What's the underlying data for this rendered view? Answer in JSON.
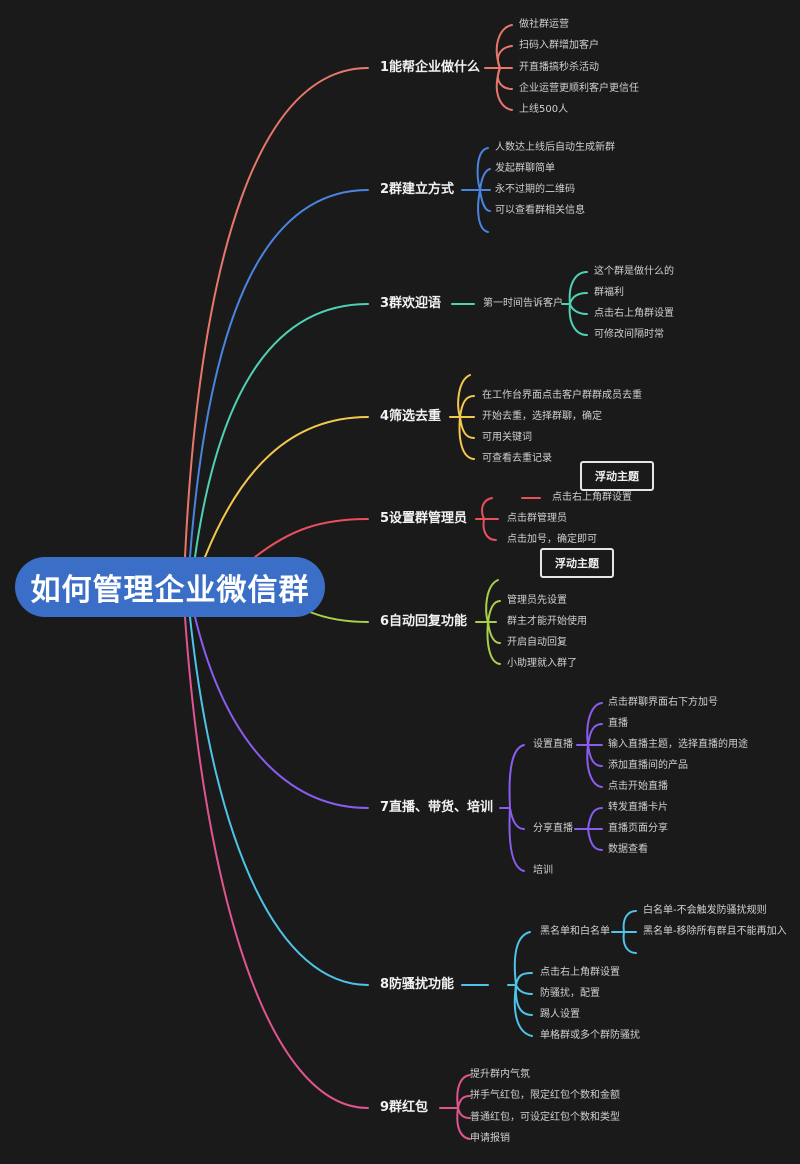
{
  "root": {
    "label": "如何管理企业微信群",
    "color": "#3b6fc7"
  },
  "branches": [
    {
      "label": "1能帮企业做什么",
      "color": "#e8776b",
      "items": [
        "做社群运营",
        "扫码入群增加客户",
        "开直播搞秒杀活动",
        "企业运营更顺利客户更信任",
        "上线500人"
      ]
    },
    {
      "label": "2群建立方式",
      "color": "#4a84e0",
      "items": [
        "人数达上线后自动生成新群",
        "发起群聊简单",
        "永不过期的二维码",
        "可以查看群相关信息"
      ]
    },
    {
      "label": "3群欢迎语",
      "color": "#4fd1b5",
      "mid": "第一时间告诉客户",
      "items": [
        "这个群是做什么的",
        "群福利",
        "点击右上角群设置",
        "可修改间隔时常"
      ]
    },
    {
      "label": "4筛选去重",
      "color": "#f2c94c",
      "items": [
        "在工作台界面点击客户群群成员去重",
        "开始去重，选择群聊，确定",
        "可用关键词",
        "可查看去重记录"
      ]
    },
    {
      "label": "5设置群管理员",
      "color": "#e8505b",
      "items": [
        "点击右上角群设置",
        "点击群管理员",
        "点击加号，确定即可"
      ]
    },
    {
      "label": "6自动回复功能",
      "color": "#a8d04a",
      "items": [
        "管理员先设置",
        "群主才能开始使用",
        "开启自动回复",
        "小助理就入群了"
      ]
    },
    {
      "label": "7直播、带货、培训",
      "color": "#8b5cf0",
      "groups": [
        {
          "label": "设置直播",
          "items": [
            "点击群聊界面右下方加号",
            "直播",
            "输入直播主题，选择直播的用途",
            "添加直播间的产品",
            "点击开始直播"
          ]
        },
        {
          "label": "分享直播",
          "items": [
            "转发直播卡片",
            "直播页面分享",
            "数据查看"
          ]
        },
        {
          "label": "培训",
          "items": []
        }
      ]
    },
    {
      "label": "8防骚扰功能",
      "color": "#4fc3e8",
      "groups": [
        {
          "label": "黑名单和白名单",
          "items": [
            "白名单-不会触发防骚扰规则",
            "黑名单-移除所有群且不能再加入"
          ]
        },
        {
          "label": "点击右上角群设置",
          "items": []
        },
        {
          "label": "防骚扰，配置",
          "items": []
        },
        {
          "label": "踢人设置",
          "items": []
        },
        {
          "label": "单格群或多个群防骚扰",
          "items": []
        }
      ]
    },
    {
      "label": "9群红包",
      "color": "#e05590",
      "items": [
        "提升群内气氛",
        "拼手气红包，限定红包个数和金额",
        "普通红包，可设定红包个数和类型",
        "申请报销"
      ]
    }
  ],
  "floating_topics": [
    "浮动主题",
    "浮动主题"
  ]
}
